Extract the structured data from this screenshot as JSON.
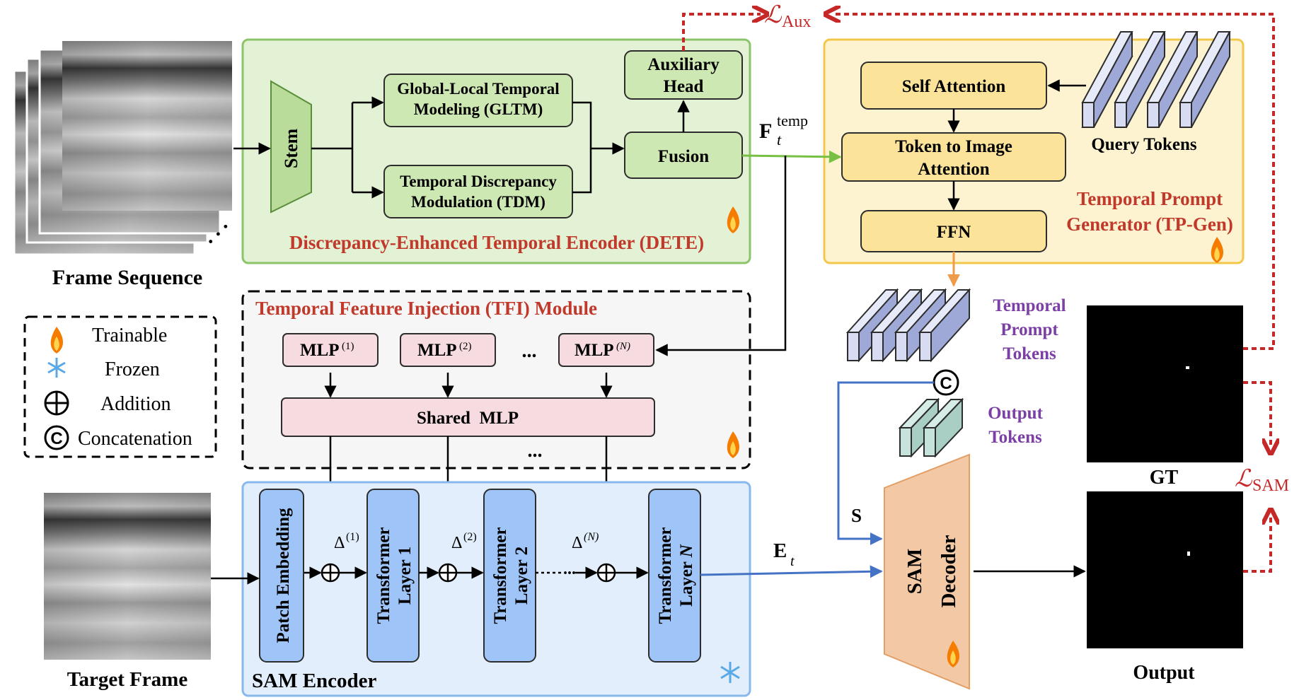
{
  "frame_sequence_label": "Frame Sequence",
  "target_frame_label": "Target Frame",
  "legend": {
    "trainable": "Trainable",
    "frozen": "Frozen",
    "addition": "Addition",
    "concatenation": "Concatenation"
  },
  "dete": {
    "title": "Discrepancy-Enhanced Temporal Encoder (DETE)",
    "stem": "Stem",
    "gltm_line1": "Global-Local Temporal",
    "gltm_line2": "Modeling (GLTM)",
    "tdm_line1": "Temporal Discrepancy",
    "tdm_line2": "Modulation (TDM)",
    "fusion": "Fusion",
    "aux_line1": "Auxiliary",
    "aux_line2": "Head"
  },
  "tpgen": {
    "self_attention": "Self Attention",
    "t2i_line1": "Token to Image",
    "t2i_line2": "Attention",
    "ffn": "FFN",
    "query_tokens": "Query Tokens",
    "title_line1": "Temporal Prompt",
    "title_line2": "Generator (TP-Gen)"
  },
  "tfi": {
    "title": "Temporal Feature Injection (TFI) Module",
    "mlp": "MLP",
    "sup1": "(1)",
    "sup2": "(2)",
    "supN": "(N)",
    "shared": "Shared  MLP",
    "ellipsis": "..."
  },
  "sam_encoder": {
    "title": "SAM Encoder",
    "patch": "Patch Embedding",
    "transformer": "Transformer",
    "layer1": "Layer 1",
    "layer2": "Layer 2",
    "layerN_prefix": "Layer ",
    "layerN_var": "N",
    "delta": "Δ",
    "sup1": "(1)",
    "sup2": "(2)",
    "supN": "(N)"
  },
  "labels": {
    "F_main": "F",
    "F_sup": "temp",
    "F_sub": "t",
    "E_main": "E",
    "E_sub": "t",
    "S": "S",
    "L_main": "ℒ",
    "aux_sub": "Aux",
    "sam_sub": "SAM",
    "temporal_prompt_tokens": [
      "Temporal",
      "Prompt",
      "Tokens"
    ],
    "output_tokens": [
      "Output",
      "Tokens"
    ],
    "sam_decoder_1": "SAM",
    "sam_decoder_2": "Decoder",
    "gt": "GT",
    "output": "Output"
  },
  "colors": {
    "green_fill": "#e3f1d4",
    "green_border": "#8cc46c",
    "green_node": "#cde8b3",
    "yellow_fill": "#fdf3d0",
    "yellow_node": "#fbe39a",
    "yellow_border": "#f2c84b",
    "blue_fill": "#e2eefb",
    "blue_node": "#9fc5f8",
    "pink_node": "#f6dbe0",
    "decoder": "#f3c9a5",
    "red_title": "#c0392b",
    "purple_text": "#7b3fa5",
    "arrow_blue": "#4472c4",
    "arrow_green": "#77c043",
    "arrow_orange": "#ee9b4a",
    "loss_red": "#c62828"
  }
}
